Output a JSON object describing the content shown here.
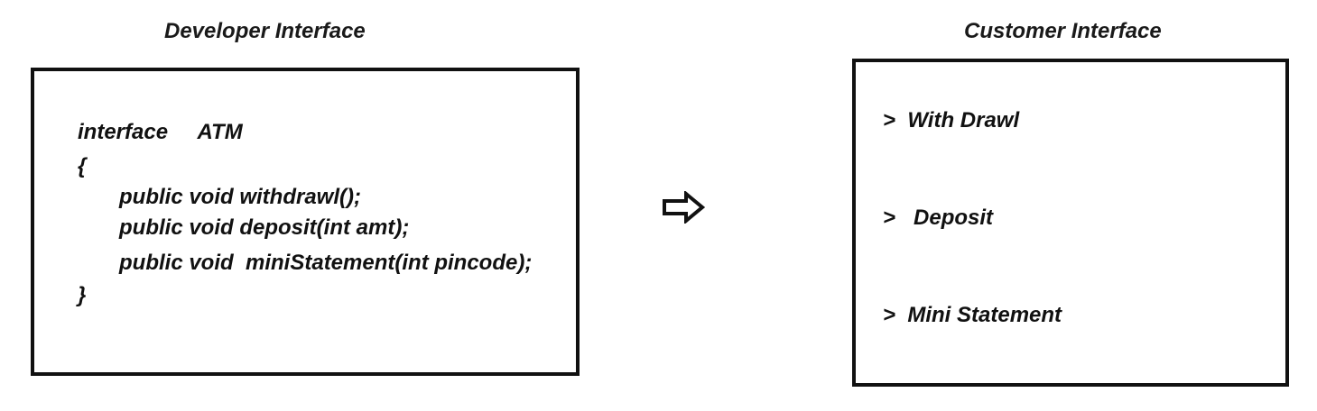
{
  "developer": {
    "heading": "Developer Interface",
    "code": [
      "interface     ATM",
      "{",
      "public void withdrawl();",
      "public void deposit(int amt);",
      "public void  miniStatement(int pincode);",
      "}"
    ]
  },
  "customer": {
    "heading": "Customer Interface",
    "menu": [
      ">  With Drawl",
      ">   Deposit",
      ">  Mini Statement"
    ]
  },
  "connector": {
    "icon": "right-arrow-outline-icon"
  }
}
